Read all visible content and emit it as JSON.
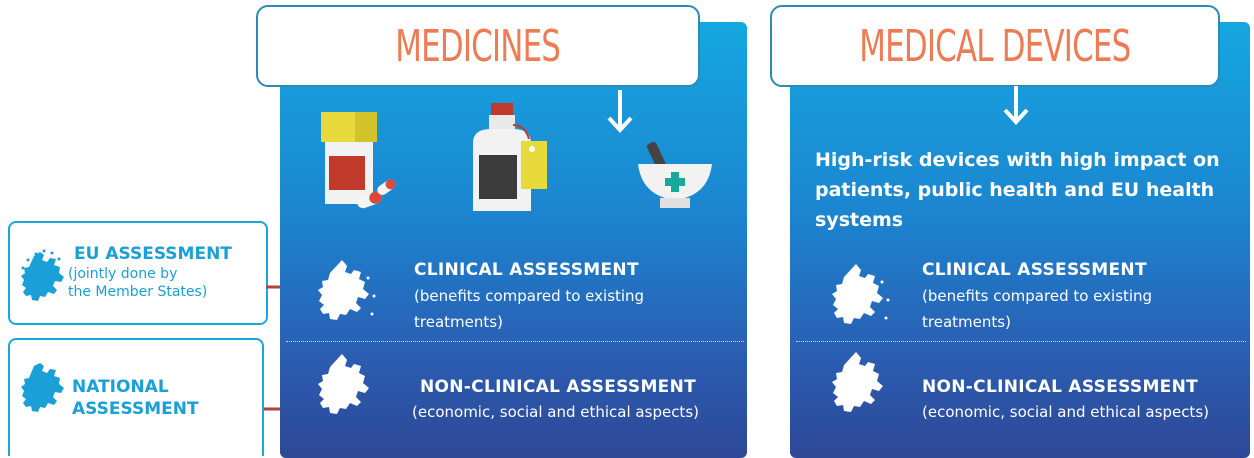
{
  "medicines": {
    "title": "MEDICINES",
    "clinical_title": "CLINICAL ASSESSMENT",
    "clinical_sub_line1": "(benefits compared to existing",
    "clinical_sub_line2": "treatments)",
    "nonclinical_title": "NON-CLINICAL ASSESSMENT",
    "nonclinical_sub": "(economic, social and ethical aspects)"
  },
  "devices": {
    "title": "MEDICAL DEVICES",
    "description_line1": "High-risk devices with high impact on",
    "description_line2": "patients, public health and EU health",
    "description_line3": "systems",
    "clinical_title": "CLINICAL ASSESSMENT",
    "clinical_sub_line1": "(benefits compared to existing",
    "clinical_sub_line2": "treatments)",
    "nonclinical_title": "NON-CLINICAL ASSESSMENT",
    "nonclinical_sub": "(economic, social and ethical aspects)"
  },
  "legend": {
    "eu_title": "EU ASSESSMENT",
    "eu_sub_line1": "(jointly done by",
    "eu_sub_line2": "the Member States)",
    "national_title_line1": "NATIONAL",
    "national_title_line2": "ASSESSMENT"
  },
  "colors": {
    "title_orange": "#ef7b54",
    "panel_blue_top": "#15a7e0",
    "panel_blue_bottom": "#2e4796",
    "legend_blue": "#1a9fd6",
    "connector_red": "#b0413e"
  }
}
